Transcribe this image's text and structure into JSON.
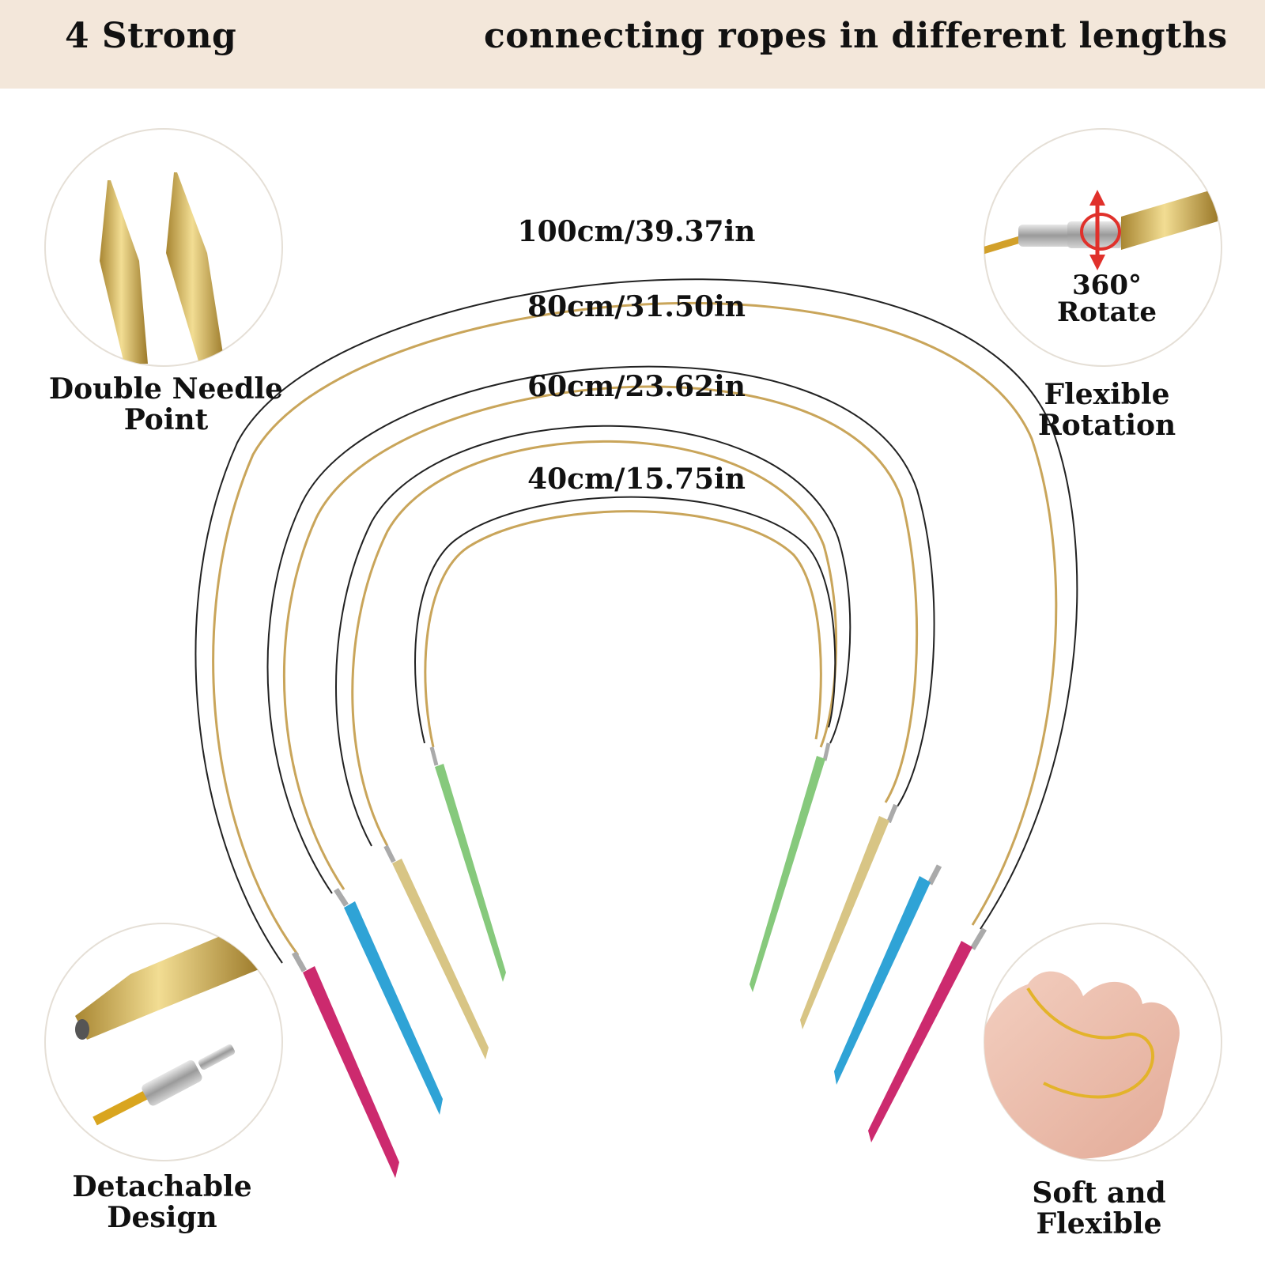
{
  "banner": {
    "left_text": "4 Strong",
    "right_text": "connecting ropes in different lengths",
    "background": "#f3e7da"
  },
  "cable_lengths": [
    {
      "label": "100cm/39.37in",
      "needle_color": "#cc2a6e"
    },
    {
      "label": "80cm/31.50in",
      "needle_color": "#2fa3d6"
    },
    {
      "label": "60cm/23.62in",
      "needle_color": "#d8c585"
    },
    {
      "label": "40cm/15.75in",
      "needle_color": "#86c97c"
    }
  ],
  "features": {
    "top_left": {
      "line1": "Double Needle",
      "line2": "Point",
      "icon": "needle-tips-icon"
    },
    "top_right": {
      "line1": "Flexible",
      "line2": "Rotation",
      "badge_line1": "360°",
      "badge_line2": "Rotate",
      "icon": "rotate-arrows-icon"
    },
    "bottom_left": {
      "line1": "Detachable",
      "line2": "Design",
      "icon": "connector-icon"
    },
    "bottom_right": {
      "line1": "Soft and",
      "line2": "Flexible",
      "icon": "hand-icon"
    }
  },
  "colors": {
    "cable_gold": "#c9a55a",
    "gold_tip": "#d6bf6e",
    "rotate_red": "#e0312b"
  }
}
